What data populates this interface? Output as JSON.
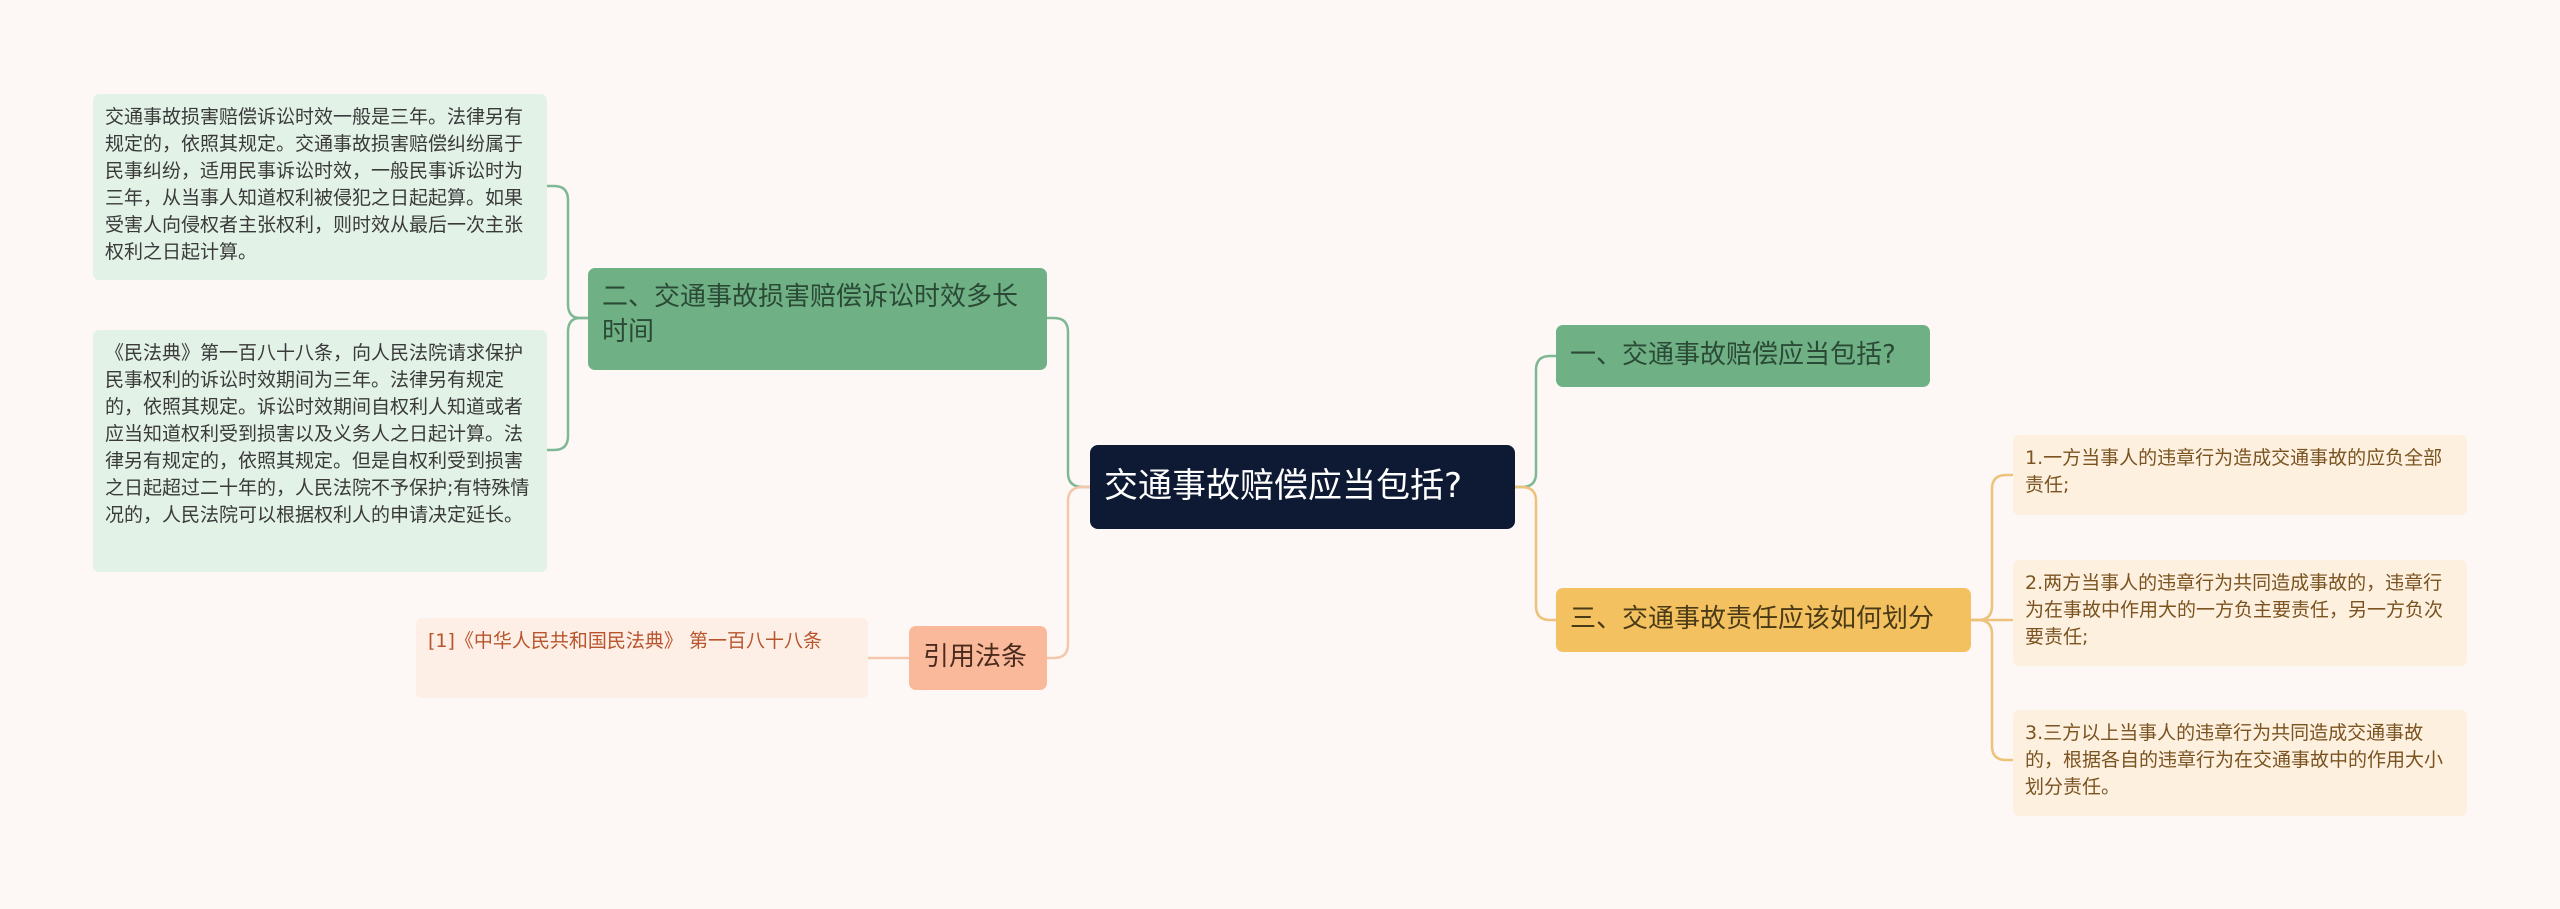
{
  "root": {
    "label": "交通事故赔偿应当包括?"
  },
  "branches": {
    "b1": {
      "label": "一、交通事故赔偿应当包括?"
    },
    "b2": {
      "label": "二、交通事故损害赔偿诉讼时效多长时间",
      "leaves": [
        "交通事故损害赔偿诉讼时效一般是三年。法律另有规定的，依照其规定。交通事故损害赔偿纠纷属于民事纠纷，适用民事诉讼时效，一般民事诉讼时为三年，从当事人知道权利被侵犯之日起起算。如果受害人向侵权者主张权利，则时效从最后一次主张权利之日起计算。",
        "《民法典》第一百八十八条，向人民法院请求保护民事权利的诉讼时效期间为三年。法律另有规定的，依照其规定。诉讼时效期间自权利人知道或者应当知道权利受到损害以及义务人之日起计算。法律另有规定的，依照其规定。但是自权利受到损害之日起超过二十年的，人民法院不予保护;有特殊情况的，人民法院可以根据权利人的申请决定延长。"
      ]
    },
    "b3": {
      "label": "三、交通事故责任应该如何划分",
      "leaves": [
        "1.一方当事人的违章行为造成交通事故的应负全部责任;",
        "2.两方当事人的违章行为共同造成事故的，违章行为在事故中作用大的一方负主要责任，另一方负次要责任;",
        "3.三方以上当事人的违章行为共同造成交通事故的，根据各自的违章行为在交通事故中的作用大小划分责任。"
      ]
    },
    "b4": {
      "label": "引用法条",
      "leaves": [
        "[1]《中华人民共和国民法典》 第一百八十八条"
      ]
    }
  },
  "colors": {
    "root": "#0e1a33",
    "green": "#6fb085",
    "amber": "#f3c160",
    "salmon": "#f9b99a",
    "green_line": "#7fb894",
    "amber_line": "#edc27a",
    "salmon_line": "#f4c7ad"
  }
}
